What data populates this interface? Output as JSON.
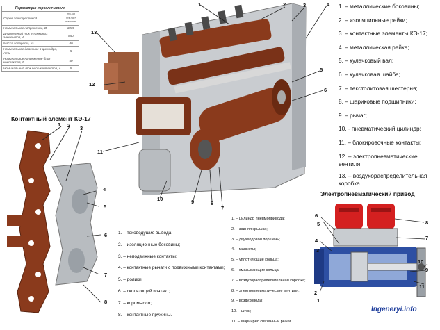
{
  "params_table": {
    "header": "Параметры переключателя",
    "rows": [
      {
        "label": "Серия электропривод",
        "value": "ППК-500 ППК-500Т ППК-500ТЕ"
      },
      {
        "label": "Номинальное напряжение, В",
        "value": "3000"
      },
      {
        "label": "Длительный ток кулачковых элементов, А",
        "value": "850"
      },
      {
        "label": "Масса аппарата, кг",
        "value": "80"
      },
      {
        "label": "Номинальное давление в цилиндре, Атм",
        "value": "5"
      },
      {
        "label": "Номинальное напряжение блок-контактов, В",
        "value": "50"
      },
      {
        "label": "Номинальный ток блок-контактов, А",
        "value": "5"
      }
    ]
  },
  "titles": {
    "contact": "Контактный элемент КЭ-17",
    "drive": "Электропневматический привод"
  },
  "legend_main": [
    "1. – металлические боковины;",
    "2. – изоляционные рейки;",
    "3. – контактные элементы КЭ-17;",
    "4. – металлическая рейка;",
    "5. – кулачковый вал;",
    "6. – кулачковая шайба;",
    "7. – текстолитовая шестерня;",
    "8. – шариковые подшипники;",
    "9. – рычаг;",
    "10. - пневматический цилиндр;",
    "11. – блокировочные контакты;",
    "12. – электропневматические вентиля;",
    "13. – воздухораспределительная коробка."
  ],
  "legend_contact": [
    "1. – токоведущие вывода;",
    "2. – изоляционные боковины;",
    "3. – неподвижные контакты;",
    "4. – контактные рычаги с подвижными контактами;",
    "5. – ролики;",
    "6. – скользящий контакт;",
    "7. – коромысло;",
    "8. – контактные пружины."
  ],
  "legend_drive": [
    "1. – цилиндр пневмопривода;",
    "2. – задняя крышка;",
    "3. – двухходовой поршень;",
    "4. – манжеты;",
    "5. – уплотняющие кольца;",
    "6. – смазывающие кольца;",
    "7. – воздухораспределительная коробка;",
    "8. – электропневматические вентиля;",
    "9. – воздуховоды;",
    "10. – шток;",
    "11. – шарнирно связанный рычаг."
  ],
  "callouts_main": [
    "1",
    "2",
    "3",
    "4",
    "5",
    "6",
    "7",
    "8",
    "9",
    "10",
    "11",
    "12",
    "13"
  ],
  "callouts_contact": [
    "1",
    "2",
    "3",
    "4",
    "5",
    "6",
    "7",
    "8"
  ],
  "callouts_drive": [
    "1",
    "2",
    "3",
    "4",
    "5",
    "6",
    "7",
    "8",
    "9",
    "10",
    "11"
  ],
  "watermark": "Ingeneryi.info",
  "colors": {
    "insulation": "#8a3a1c",
    "metal": "#9aa0a6",
    "blue": "#2d4fa3",
    "red": "#d42020"
  }
}
